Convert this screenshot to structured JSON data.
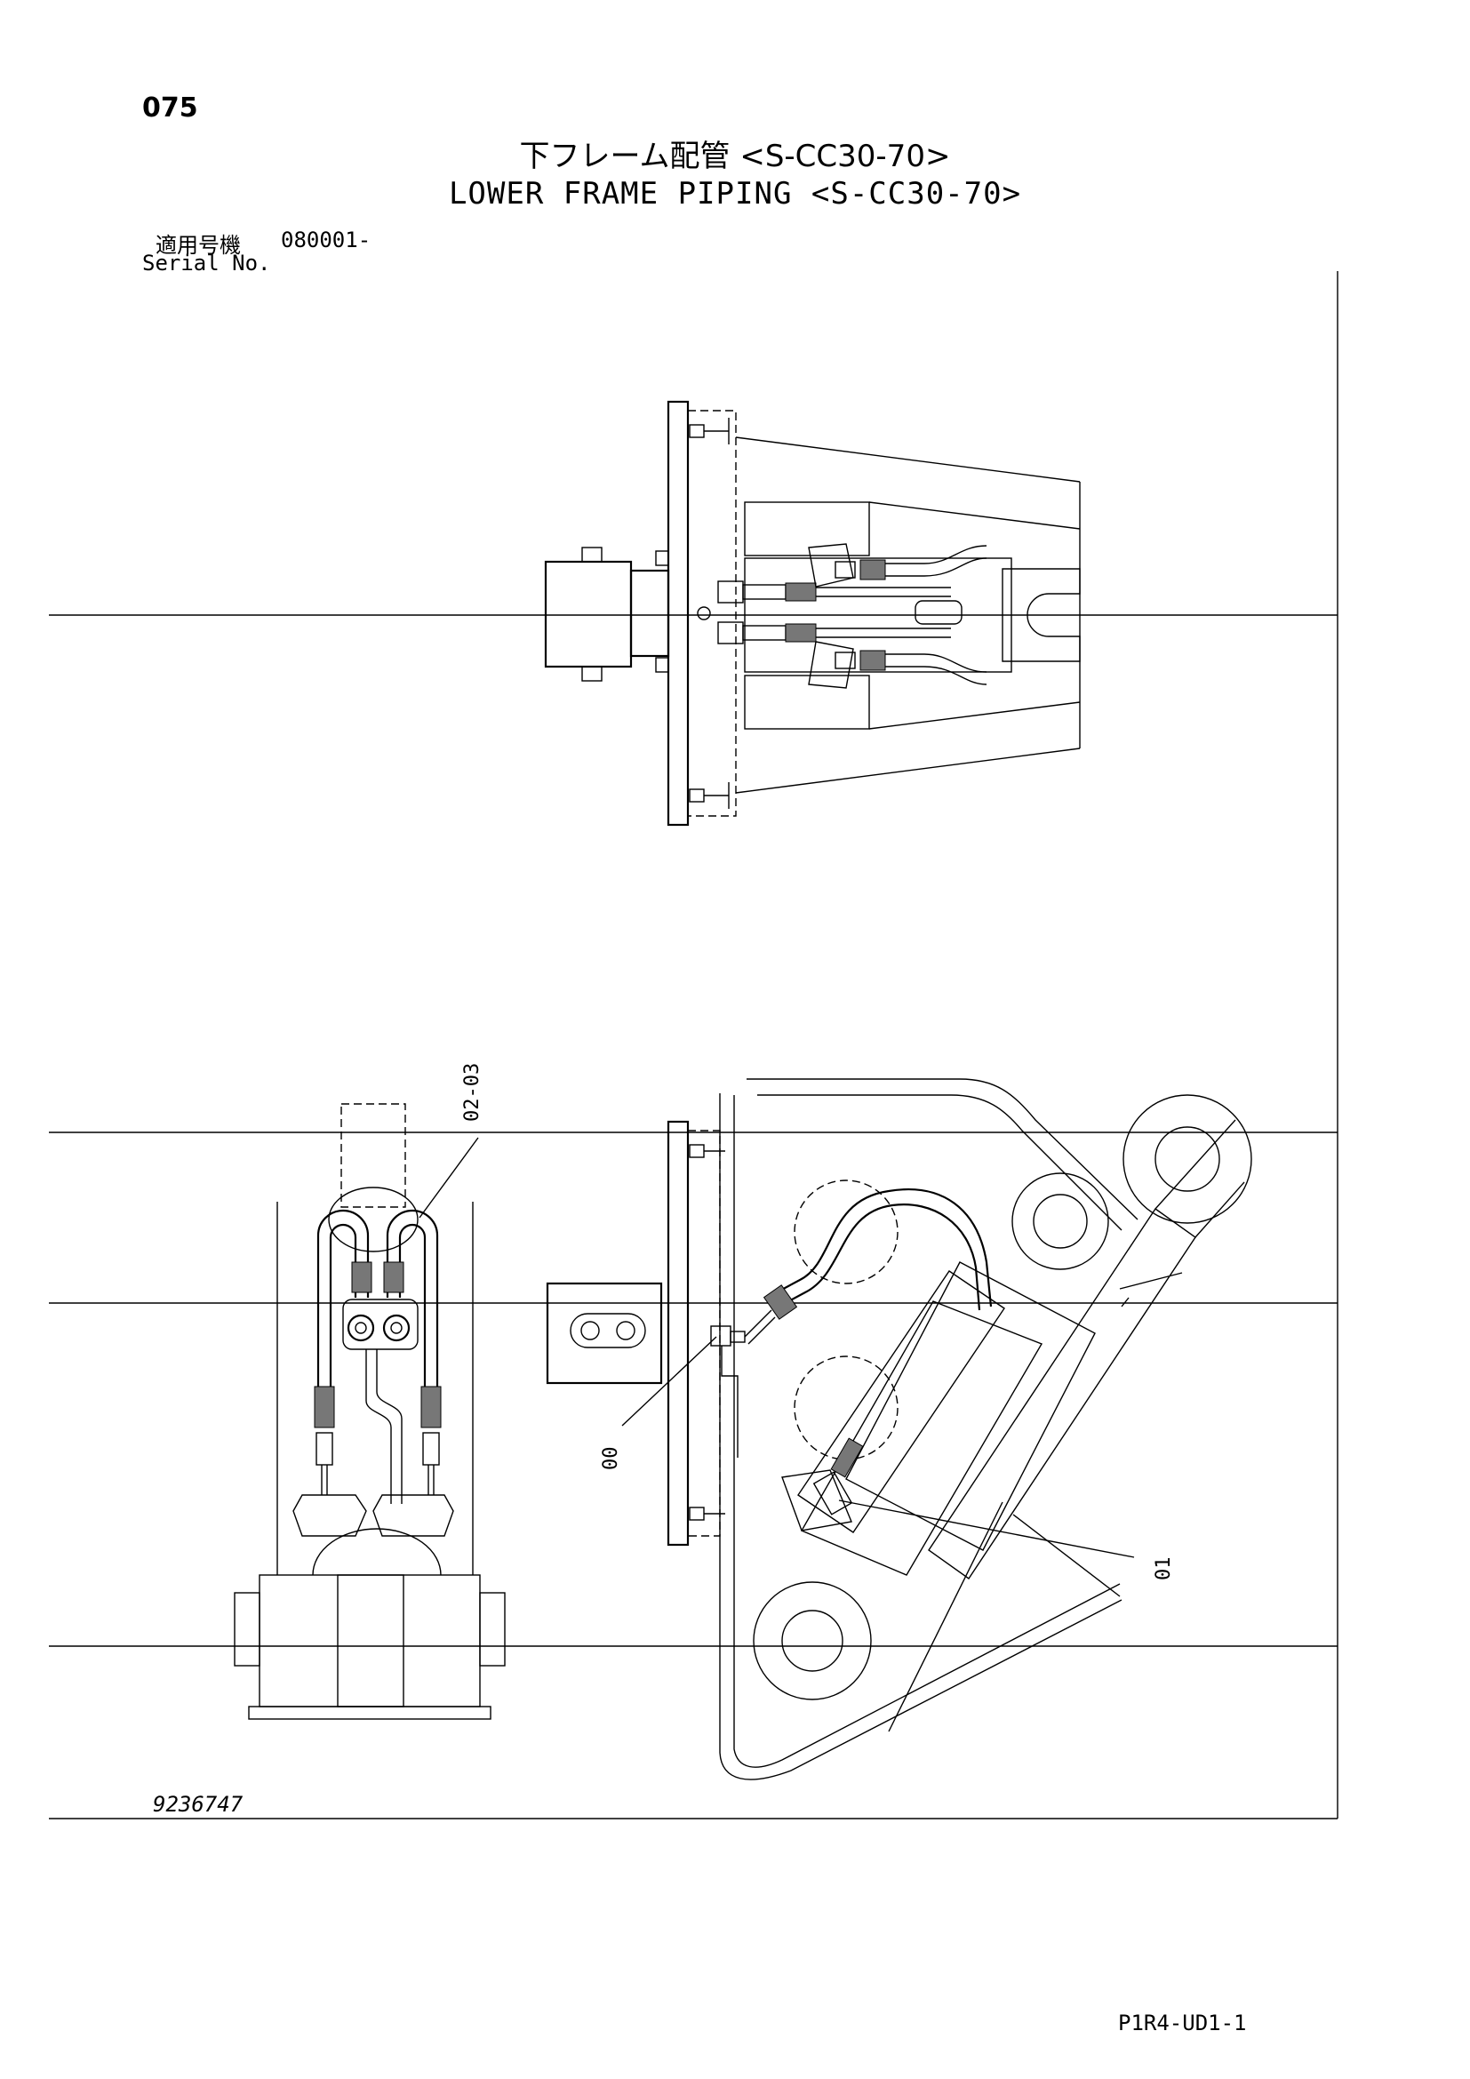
{
  "page_number": "075",
  "title_jp": "下フレーム配管 <S-CC30-70>",
  "title_en": "LOWER FRAME PIPING <S-CC30-70>",
  "serial": {
    "label_jp": "適用号機",
    "label_en": "Serial No.",
    "value": "080001-"
  },
  "drawing_number": "9236747",
  "document_code": "P1R4-UD1-1",
  "callouts": {
    "c_02_03": "02-03",
    "c_00": "00",
    "c_01": "01"
  }
}
